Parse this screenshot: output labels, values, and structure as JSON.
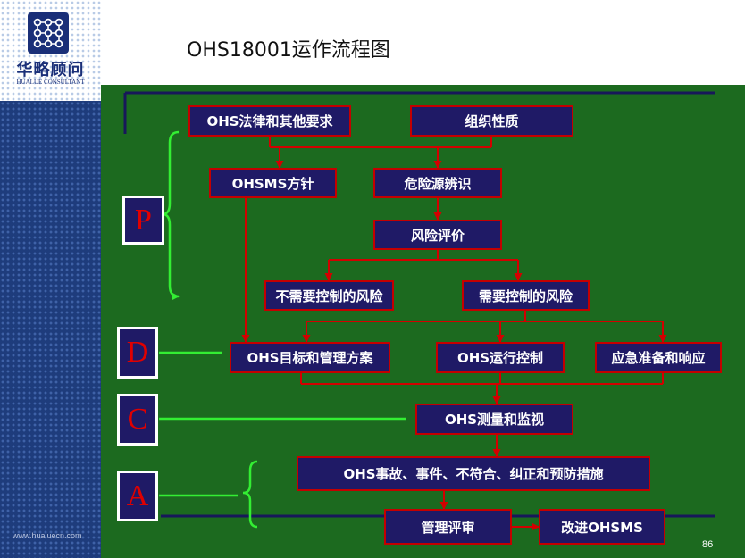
{
  "slide": {
    "title": "OHS18001运作流程图",
    "page_number": "86",
    "footer_url": "www.hualuecn.com"
  },
  "logo": {
    "name": "华略顾问",
    "subtitle": "HUALUE CONSULTANT",
    "icon": "grid-dots-logo-icon"
  },
  "pdca": [
    "P",
    "D",
    "C",
    "A"
  ],
  "flow": {
    "legal_requirements": "OHS法律和其他要求",
    "organization_nature": "组织性质",
    "policy": "OHSMS方针",
    "hazard_identification": "危险源辨识",
    "risk_assessment": "风险评价",
    "risk_no_control": "不需要控制的风险",
    "risk_control_needed": "需要控制的风险",
    "objectives_programs": "OHS目标和管理方案",
    "operational_control": "OHS运行控制",
    "emergency_response": "应急准备和响应",
    "measurement_monitoring": "OHS测量和监视",
    "incidents_corrective": "OHS事故、事件、不符合、纠正和预防措施",
    "management_review": "管理评审",
    "improvement": "改进OHSMS"
  },
  "colors": {
    "background_green": "#1c6a1f",
    "box_fill": "#1f1a66",
    "box_border": "#c40000",
    "connector": "#d30000",
    "bracket": "#33ee33",
    "pdca_letter": "#e00000",
    "sidebar": "#1e3c7c"
  }
}
